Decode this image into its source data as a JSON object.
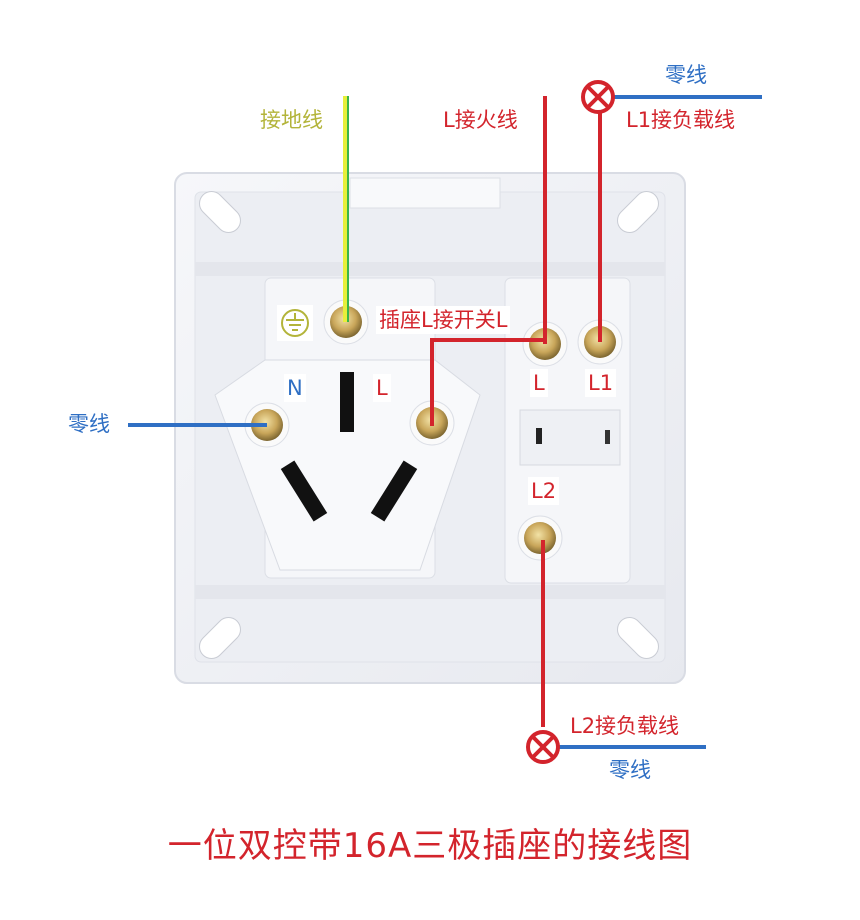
{
  "diagram": {
    "title": "一位双控带16A三极插座的接线图",
    "labels": {
      "ground_wire": "接地线",
      "live_in": "L接火线",
      "neutral_top": "零线",
      "l1_load": "L1接负载线",
      "neutral_left": "零线",
      "socket_to_switch": "插座L接开关L",
      "l2_load": "L2接负载线",
      "neutral_bottom": "零线"
    },
    "terminals": {
      "socket_n": "N",
      "socket_l": "L",
      "switch_l": "L",
      "switch_l1": "L1",
      "switch_l2": "L2"
    },
    "icons": {
      "ground": "ground-symbol-icon",
      "lamp_top": "lamp-x-circle-icon",
      "lamp_bottom": "lamp-x-circle-icon"
    },
    "colors": {
      "live": "#d3242c",
      "neutral": "#2f6fc4",
      "ground": "#b3b43a",
      "ground_wire_green": "#39b54a",
      "ground_wire_yellow": "#e7ef3a",
      "panel": "#f1f2f6"
    }
  }
}
